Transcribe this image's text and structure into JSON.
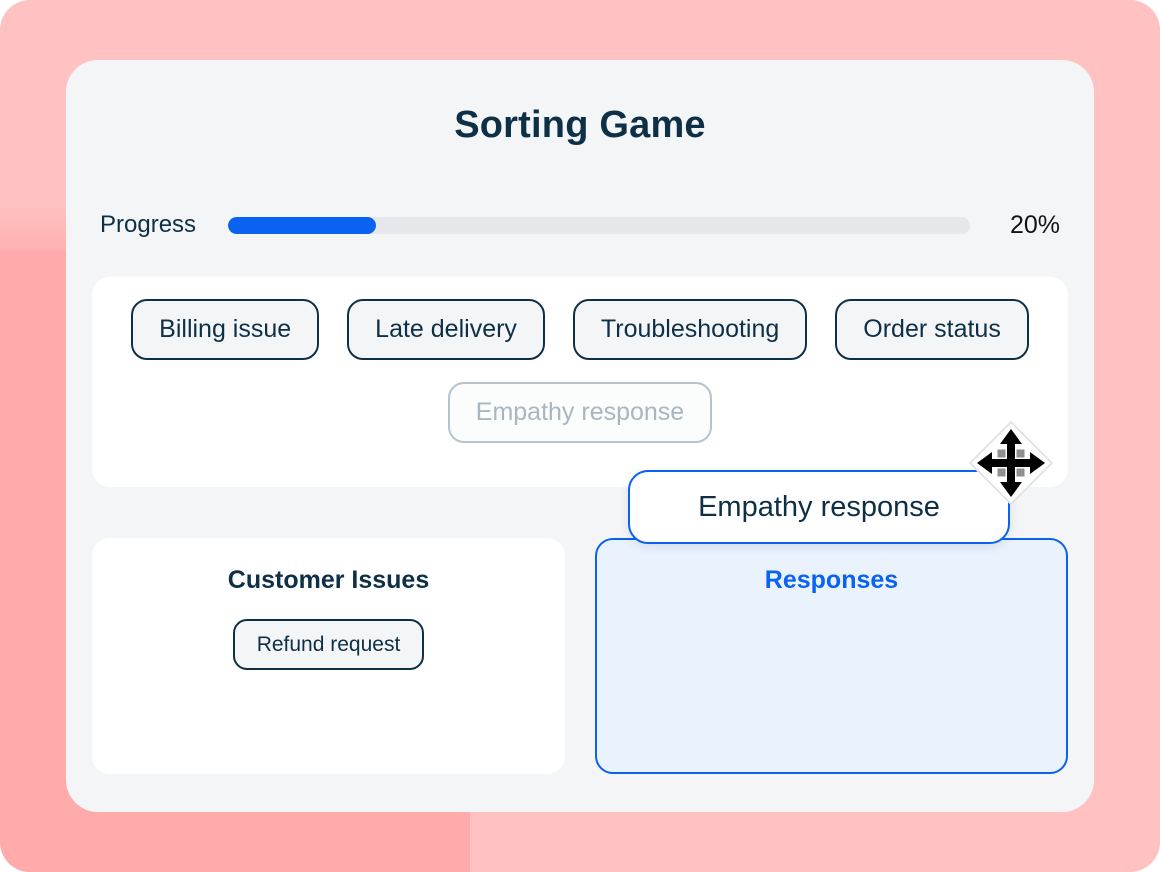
{
  "app": {
    "title": "Sorting Game",
    "background_color": "#ffc1c1",
    "card_color": "#f4f5f7",
    "accent_color": "#0a62f0",
    "ink_color": "#0e3047"
  },
  "progress": {
    "label": "Progress",
    "value_text": "20%",
    "percent": 20,
    "fill_color": "#0a62f0",
    "track_color": "#e6e7ea"
  },
  "word_bank": {
    "chips": [
      {
        "label": "Billing issue",
        "state": "available"
      },
      {
        "label": "Late delivery",
        "state": "available"
      },
      {
        "label": "Troubleshooting",
        "state": "available"
      },
      {
        "label": "Order status",
        "state": "available"
      },
      {
        "label": "Empathy response",
        "state": "ghost"
      }
    ]
  },
  "drag": {
    "label": "Empathy response",
    "cursor_icon": "move-cursor-icon",
    "border_color": "#0a62f0"
  },
  "zones": [
    {
      "title": "Customer Issues",
      "state": "neutral",
      "items": [
        {
          "label": "Refund request"
        }
      ]
    },
    {
      "title": "Responses",
      "state": "active",
      "items": []
    }
  ]
}
